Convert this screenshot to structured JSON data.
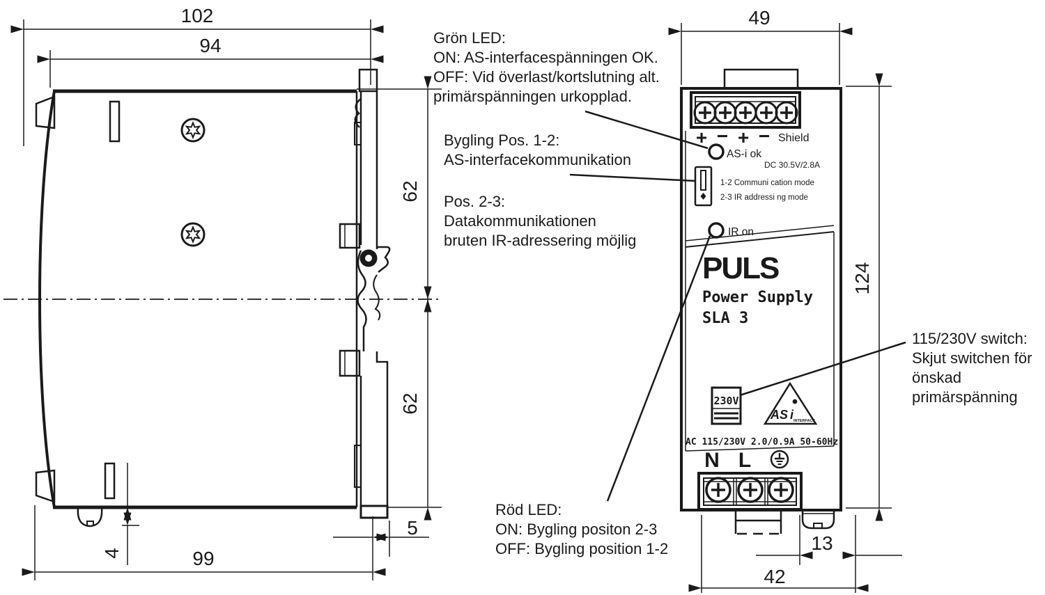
{
  "colors": {
    "ink": "#1a1a1a",
    "paper": "#ffffff"
  },
  "side_view": {
    "dims": {
      "overall": "102",
      "upper": "94",
      "half_upper": "62",
      "half_lower": "62",
      "body": "99",
      "foot": "4",
      "clip": "5"
    }
  },
  "front_view": {
    "dims": {
      "width": "49",
      "height": "124",
      "clip_offset": "13",
      "base_width": "42"
    },
    "panel": {
      "terminal_plus1": "+",
      "terminal_minus1": "−",
      "terminal_plus2": "+",
      "terminal_minus2": "−",
      "terminal_shield": "Shield",
      "led_green_label": "AS-i ok",
      "output_rating": "DC 30.5V/2.8A",
      "jumper_mode_1": "1-2 Communi cation mode",
      "jumper_mode_2": "2-3 IR addressi ng mode",
      "led_red_label": "IR on",
      "brand": "PULS",
      "product_line1": "Power Supply",
      "product_line2": "SLA 3",
      "voltage_switch": "230V",
      "asi_text": "AS",
      "asi_i": "i",
      "asi_sub": "INTERFACE",
      "input_rating": "AC 115/230V 2.0/0.9A 50-60Hz",
      "terminal_n": "N",
      "terminal_l": "L"
    }
  },
  "annotations": {
    "green_led": {
      "l1": "Grön LED:",
      "l2": "ON: AS-interfacespänningen OK.",
      "l3": "OFF: Vid överlast/kortslutning alt.",
      "l4": "primärspänningen urkopplad."
    },
    "jumper12": {
      "l1": "Bygling Pos. 1-2:",
      "l2": "AS-interfacekommunikation"
    },
    "jumper23": {
      "l1": "Pos. 2-3:",
      "l2": "Datakommunikationen",
      "l3": "bruten IR-adressering möjlig"
    },
    "red_led": {
      "l1": "Röd LED:",
      "l2": "ON: Bygling positon 2-3",
      "l3": "OFF: Bygling position 1-2"
    },
    "voltage_switch": {
      "l1": "115/230V switch:",
      "l2": "Skjut switchen för",
      "l3": "önskad",
      "l4": "primärspänning"
    }
  }
}
